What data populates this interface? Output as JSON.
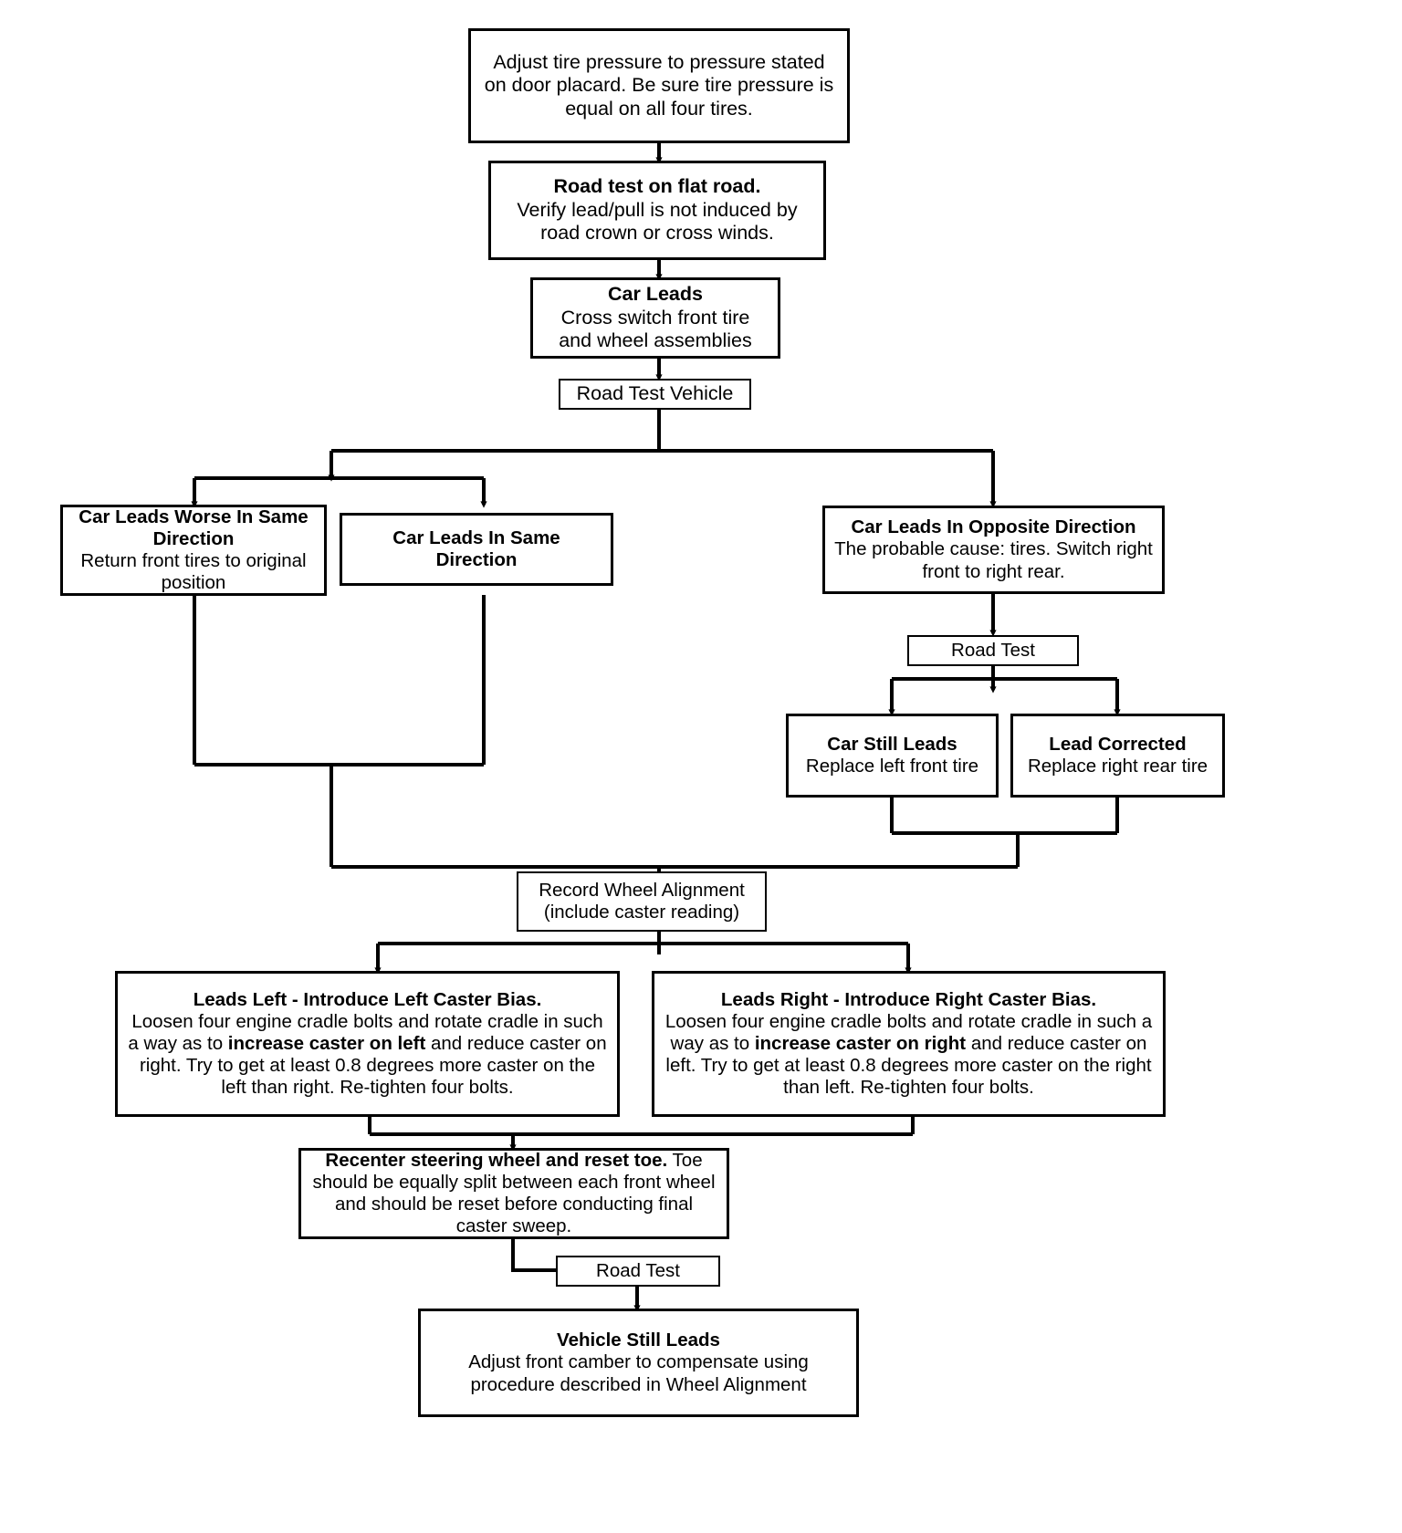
{
  "diagram": {
    "title": "Vehicle Lead/Pull Diagnosis Flowchart",
    "type": "flowchart",
    "colors": {
      "stroke": "#000000",
      "fill": "#ffffff",
      "text": "#000000"
    },
    "nodes": [
      {
        "id": "adjust-tire-pressure",
        "title": "",
        "body": "Adjust tire pressure to pressure stated on door placard. Be sure tire pressure is equal on all four tires."
      },
      {
        "id": "road-test-flat-road",
        "title": "Road test on flat road.",
        "body": "Verify lead/pull is not induced by road crown or cross winds."
      },
      {
        "id": "car-leads",
        "title": "Car Leads",
        "body": "Cross switch front tire and wheel assemblies"
      },
      {
        "id": "road-test-vehicle",
        "title": "",
        "body": "Road Test Vehicle"
      },
      {
        "id": "car-leads-worse-same-direction",
        "title": "Car Leads Worse In Same Direction",
        "body": "Return front tires to original position"
      },
      {
        "id": "car-leads-in-same-direction",
        "title": "Car Leads In Same Direction",
        "body": ""
      },
      {
        "id": "car-leads-opposite-direction",
        "title": "Car Leads In Opposite Direction",
        "body": "The probable cause: tires. Switch right front to right rear."
      },
      {
        "id": "road-test-2",
        "title": "",
        "body": "Road Test"
      },
      {
        "id": "car-still-leads",
        "title": "Car Still Leads",
        "body": "Replace left front tire"
      },
      {
        "id": "lead-corrected",
        "title": "Lead Corrected",
        "body": "Replace right rear tire"
      },
      {
        "id": "record-wheel-alignment",
        "title": "",
        "body": "Record Wheel Alignment\n(include caster reading)"
      },
      {
        "id": "leads-left-caster-bias",
        "title": "Leads Left - Introduce Left Caster Bias.",
        "body_html": "Loosen four engine cradle bolts and rotate cradle in such a way as to <b>increase caster on left</b> and reduce caster on right. Try to get at least 0.8 degrees more caster on the left than right. Re-tighten four bolts."
      },
      {
        "id": "leads-right-caster-bias",
        "title": "Leads Right - Introduce Right Caster Bias.",
        "body_html": "Loosen four engine cradle bolts and rotate cradle in such a way as to <b>increase caster on right</b> and reduce caster on left. Try to get at least 0.8 degrees more caster on the right than left. Re-tighten four bolts."
      },
      {
        "id": "recenter-steering-wheel",
        "title": "",
        "body_html": "<b>Recenter steering wheel and reset toe.</b> Toe should be equally split between each front wheel and should be reset before conducting final caster sweep."
      },
      {
        "id": "road-test-3",
        "title": "",
        "body": "Road Test"
      },
      {
        "id": "vehicle-still-leads",
        "title": "Vehicle Still Leads",
        "body": "Adjust front camber to compensate using procedure described in Wheel Alignment"
      }
    ]
  }
}
